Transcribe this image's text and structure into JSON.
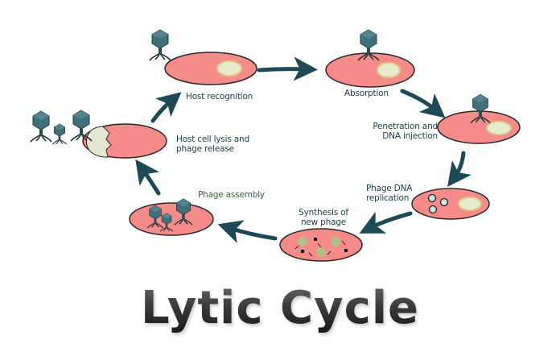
{
  "title": "Lytic Cycle",
  "colors": {
    "cell_fill": "#f58c8a",
    "cell_stroke": "#2a2a2a",
    "nucleus_fill": "#e6ebcc",
    "arrow": "#1d4a55",
    "phage": "#3f6f78",
    "label_text": "#1c3e48",
    "label_green": "#2f6b3e",
    "new_phage_part": "#a8c98a"
  },
  "stages": [
    {
      "id": "host-recognition",
      "label": "Host recognition"
    },
    {
      "id": "absorption",
      "label": "Absorption"
    },
    {
      "id": "penetration",
      "label_line1": "Penetration and",
      "label_line2": "DNA injection"
    },
    {
      "id": "replication",
      "label_line1": "Phage DNA",
      "label_line2": "replication"
    },
    {
      "id": "synthesis",
      "label_line1": "Synthesis of",
      "label_line2": "new phage"
    },
    {
      "id": "assembly",
      "label": "Phage assembly"
    },
    {
      "id": "lysis",
      "label_line1": "Host cell lysis and",
      "label_line2": "phage release"
    }
  ]
}
